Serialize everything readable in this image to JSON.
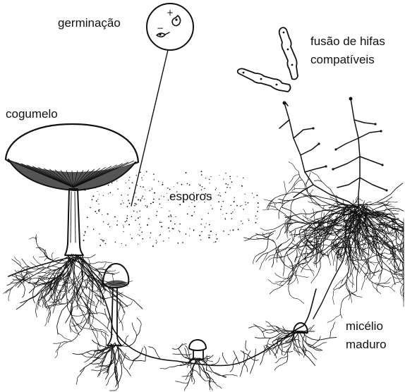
{
  "labels": {
    "germination": "germinação",
    "hyphae_fusion_line1": "fusão de hifas",
    "hyphae_fusion_line2": "compatíveis",
    "mushroom": "cogumelo",
    "spores": "esporos",
    "mature_mycelium_line1": "micélio",
    "mature_mycelium_line2": "maduro"
  },
  "germination_signs": {
    "plus": "+",
    "minus": "−"
  },
  "colors": {
    "ink": "#111111",
    "background": "#ffffff",
    "cap_shade": "#555555"
  }
}
